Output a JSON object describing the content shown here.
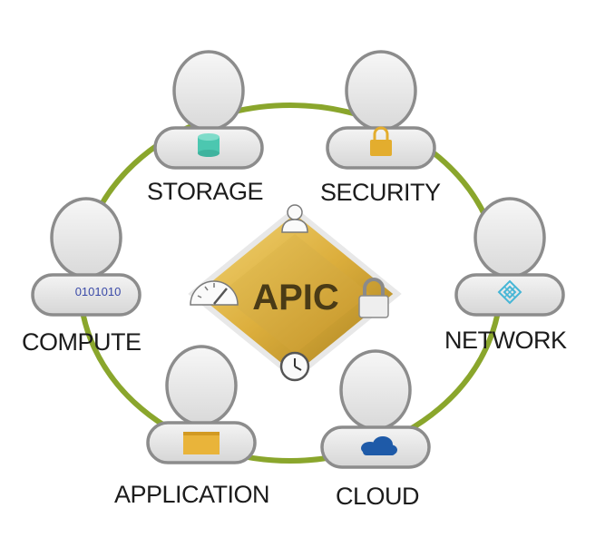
{
  "diagram": {
    "center": {
      "title": "APIC"
    },
    "roles": [
      {
        "id": "storage",
        "label": "STORAGE",
        "icon": "database-icon"
      },
      {
        "id": "security",
        "label": "SECURITY",
        "icon": "lock-icon"
      },
      {
        "id": "compute",
        "label": "COMPUTE",
        "icon": "binary-icon",
        "badge_text": "0101010"
      },
      {
        "id": "network",
        "label": "NETWORK",
        "icon": "network-icon"
      },
      {
        "id": "application",
        "label": "APPLICATION",
        "icon": "folder-icon"
      },
      {
        "id": "cloud",
        "label": "CLOUD",
        "icon": "cloud-icon"
      }
    ],
    "colors": {
      "ring": "#8aa62c",
      "gold_light": "#f1cf6a",
      "gold_dark": "#9a7618",
      "person_fill": "#efefef",
      "person_stroke": "#8c8c8c",
      "storage_icon": "#4cc7b0",
      "security_icon": "#e3ad2e",
      "network_icon": "#46b6d6",
      "application_icon": "#e9b43a",
      "cloud_icon": "#1e5aa8"
    }
  }
}
